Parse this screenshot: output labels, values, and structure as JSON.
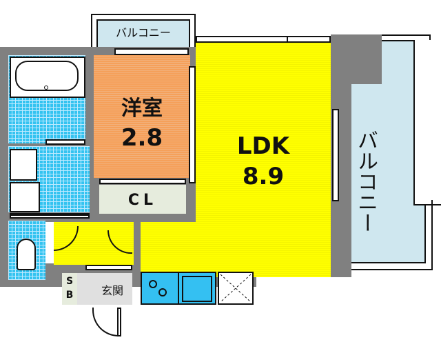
{
  "floorplan": {
    "rooms": {
      "western_room": {
        "name": "洋室",
        "size": "2.8"
      },
      "ldk": {
        "name": "LDK",
        "size": "8.9"
      },
      "closet": {
        "label": "CL"
      },
      "entrance": {
        "label": "玄関"
      },
      "shoe_box": {
        "label_line1": "S",
        "label_line2": "B"
      },
      "balcony_top": {
        "label": "バルコニー"
      },
      "balcony_right": {
        "label": "バルコニー"
      }
    },
    "colors": {
      "ldk": "#ffff00",
      "western_room": "#f5a05a",
      "wet_area": "#33c3f0",
      "balcony": "#cfe7ef",
      "wall": "#808080",
      "closet": "#e6ecdd",
      "entrance": "#e0e0e0"
    }
  }
}
